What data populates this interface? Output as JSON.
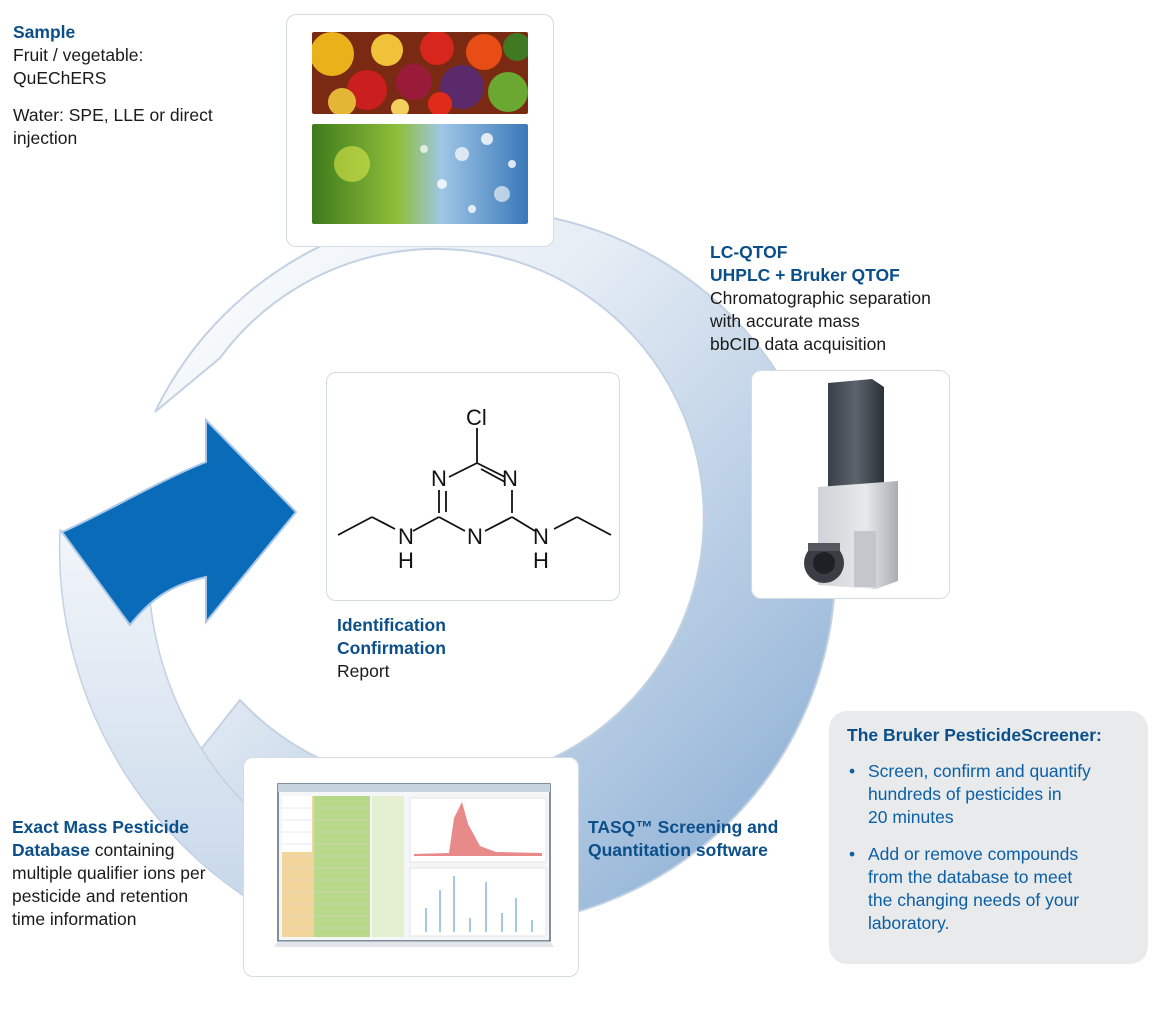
{
  "colors": {
    "heading": "#0b4f8a",
    "bullet_text": "#0b5fa5",
    "arrow": "#0a6bb8",
    "panel_bg": "#e8eaec"
  },
  "sample": {
    "title": "Sample",
    "line1": "Fruit / vegetable:",
    "line2": "QuEChERS",
    "line3": "Water: SPE, LLE or direct",
    "line4": "injection"
  },
  "lcqtof": {
    "title1": "LC-QTOF",
    "title2": "UHPLC + Bruker QTOF",
    "line1": "Chromatographic separation",
    "line2": "with accurate mass",
    "line3": "bbCID data acquisition"
  },
  "identification": {
    "title1": "Identification",
    "title2": "Confirmation",
    "line1": "Report"
  },
  "molecule": {
    "cl": "Cl",
    "n_top_left": "N",
    "n_top_right": "N",
    "n_bottom": "N",
    "nh_left_n": "N",
    "nh_left_h": "H",
    "nh_right_n": "N",
    "nh_right_h": "H"
  },
  "database": {
    "title1": "Exact Mass Pesticide",
    "title2_bold": "Database",
    "title2_rest": " containing",
    "line1": "multiple qualifier ions per",
    "line2": "pesticide and retention",
    "line3": "time information"
  },
  "tasq": {
    "title1": "TASQ™ Screening and",
    "title2": "Quantitation software"
  },
  "panel": {
    "title": "The Bruker PesticideScreener:",
    "bullet": "•",
    "item1_l1": "Screen, confirm and quantify",
    "item1_l2": "hundreds of pesticides in",
    "item1_l3": "20 minutes",
    "item2_l1": "Add or remove compounds",
    "item2_l2": "from the database to meet",
    "item2_l3": "the changing needs of your",
    "item2_l4": "laboratory."
  }
}
